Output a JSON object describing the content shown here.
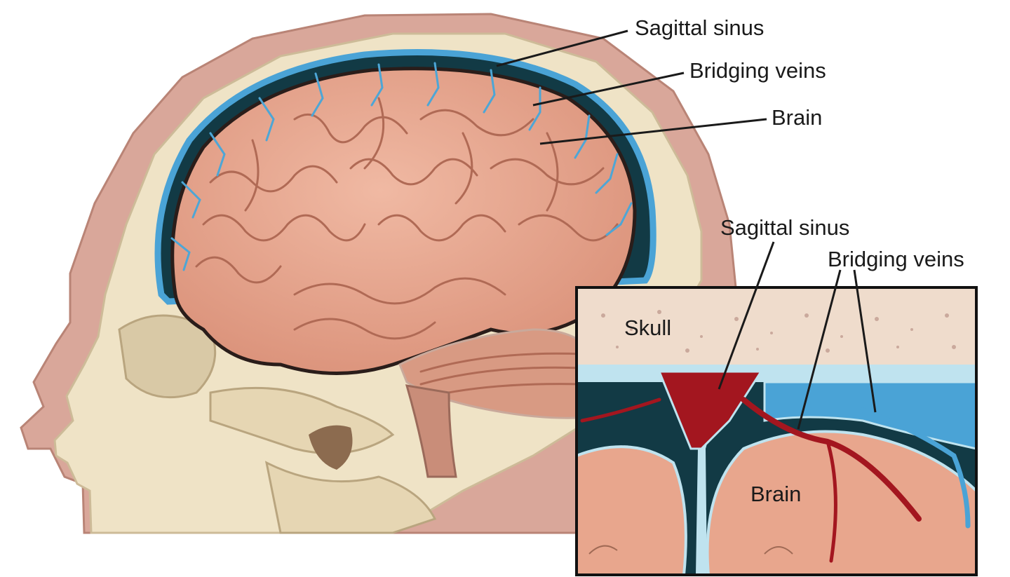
{
  "labels": {
    "main": {
      "sagittal_sinus": "Sagittal sinus",
      "bridging_veins": "Bridging veins",
      "brain": "Brain"
    },
    "inset": {
      "sagittal_sinus": "Sagittal sinus",
      "bridging_veins": "Bridging veins",
      "skull": "Skull",
      "brain": "Brain"
    }
  },
  "colors": {
    "scalp": "#d9a79a",
    "bone": "#efe3c6",
    "brain": "#e8a68d",
    "subarachnoid_space": "#4aa3d6",
    "sinus": "#a3161f",
    "dark_space": "#123a45"
  }
}
